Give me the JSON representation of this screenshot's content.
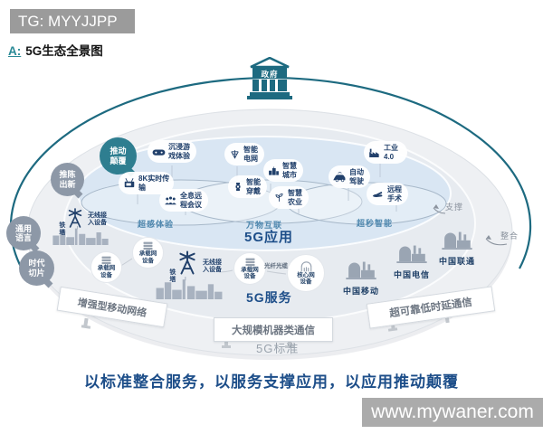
{
  "header": {
    "badge": "TG: MYYJJPP",
    "section_letter": "A:",
    "section_title": "5G生态全景图"
  },
  "colors": {
    "accent_teal": "#1d6a80",
    "navy": "#21406b",
    "title_blue": "#1d4e89",
    "bubble_teal": "#2e7e90",
    "bubble_gray": "#8d98a7",
    "watermark_gray": "#ababab"
  },
  "government_label": "政府",
  "bubbles": [
    {
      "label": "推动颠覆"
    },
    {
      "label": "推陈出新"
    },
    {
      "label": "通用语言"
    },
    {
      "label": "时代切片"
    }
  ],
  "zones": {
    "app": {
      "label": "5G应用",
      "sub_labels": [
        "超感体验",
        "万物互联",
        "超秒智能"
      ]
    },
    "service": {
      "label": "5G服务"
    },
    "standard": {
      "label": "5G标准"
    }
  },
  "apps": [
    {
      "label": "沉浸游戏体验",
      "icon": "gamepad-icon"
    },
    {
      "label": "8K实时传输",
      "icon": "tv-icon"
    },
    {
      "label": "全息远程会议",
      "icon": "meeting-icon"
    },
    {
      "label": "智能电网",
      "icon": "power-grid-icon"
    },
    {
      "label": "智慧城市",
      "icon": "city-icon"
    },
    {
      "label": "智能穿戴",
      "icon": "watch-icon"
    },
    {
      "label": "智慧农业",
      "icon": "agriculture-icon"
    },
    {
      "label": "自动驾驶",
      "icon": "car-icon"
    },
    {
      "label": "工业4.0",
      "icon": "factory-icon"
    },
    {
      "label": "远程手术",
      "icon": "surgery-hand-icon"
    }
  ],
  "towers": [
    {
      "tower_label": "铁塔",
      "device_label": "无线接入设备"
    },
    {
      "tower_label": "铁塔",
      "device_label": "无线接入设备"
    }
  ],
  "network_nodes": [
    {
      "label": "承载网设备"
    },
    {
      "label": "承载网设备"
    },
    {
      "label": "承载网设备"
    },
    {
      "label": "核心网设备"
    }
  ],
  "fiber_label": "光纤光缆",
  "carriers": [
    {
      "name": "中国移动"
    },
    {
      "name": "中国电信"
    },
    {
      "name": "中国联通"
    }
  ],
  "annotations": {
    "support": "支撑",
    "integrate": "整合"
  },
  "banners": [
    {
      "label": "增强型移动网络"
    },
    {
      "label": "大规模机器类通信"
    },
    {
      "label": "超可靠低时延通信"
    }
  ],
  "slogan": "以标准整合服务，以服务支撑应用，以应用推动颠覆",
  "watermark": "www.mywaner.com"
}
